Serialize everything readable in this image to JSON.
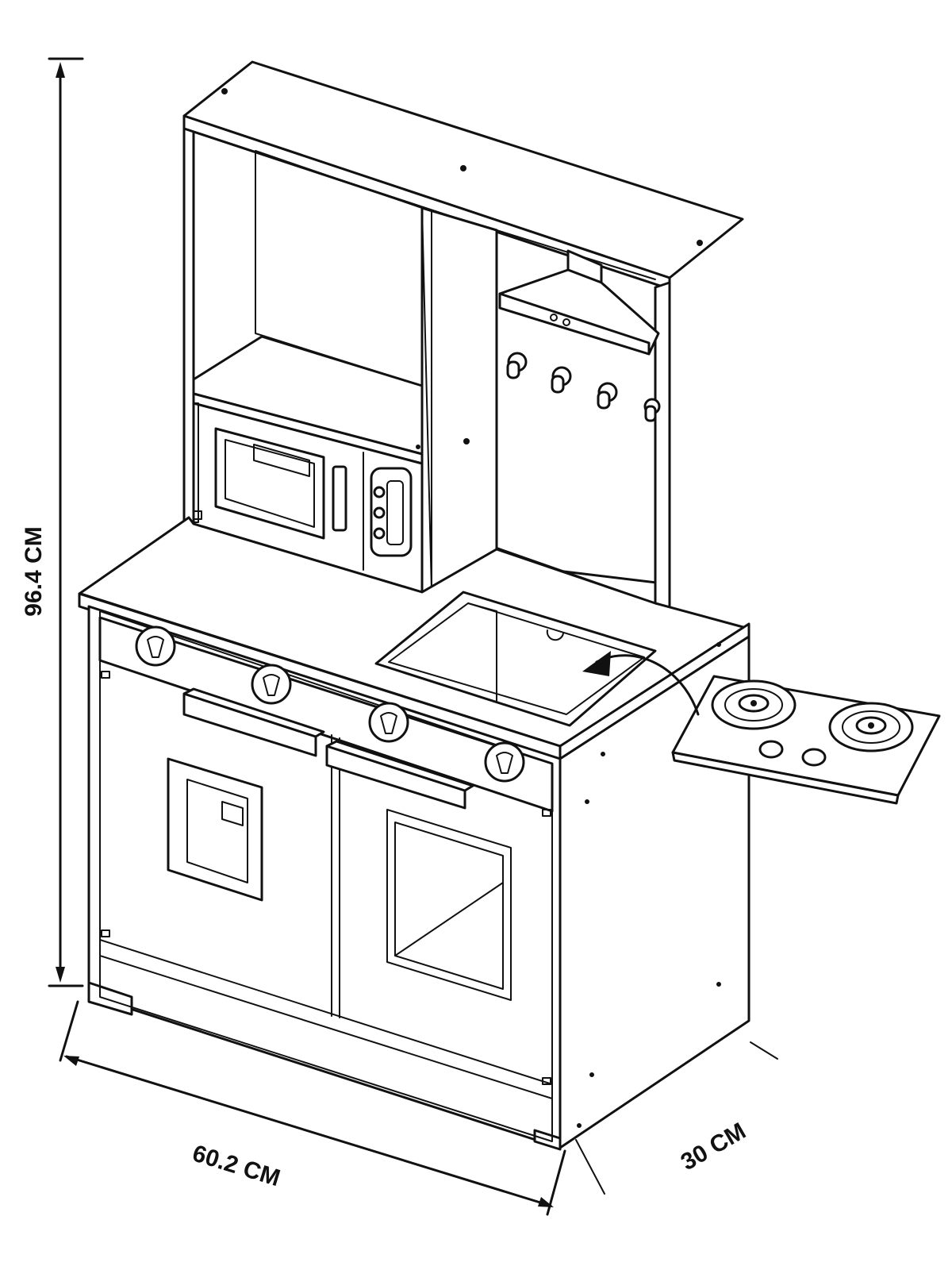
{
  "dimensions": {
    "height": "96.4 CM",
    "width": "60.2 CM",
    "depth": "30 CM"
  },
  "colors": {
    "line": "#111111",
    "background": "#ffffff"
  },
  "icons": {
    "arrow": "curved-arrow-icon"
  }
}
